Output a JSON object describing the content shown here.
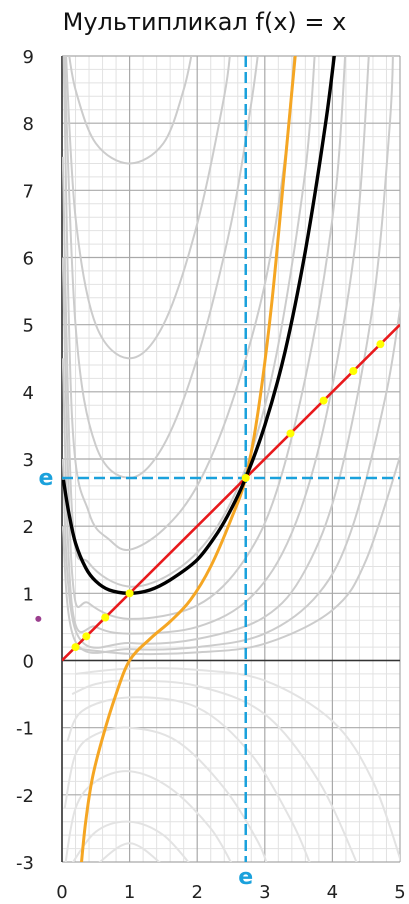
{
  "title": "Мультипликал f(x) = x",
  "chart_data": {
    "type": "line",
    "title": "Мультипликал f(x) = x",
    "xlim": [
      0,
      5
    ],
    "ylim": [
      -3,
      9
    ],
    "x_ticks": [
      "0",
      "1",
      "2",
      "3",
      "4",
      "5"
    ],
    "y_ticks": [
      "9",
      "8",
      "7",
      "6",
      "5",
      "4",
      "3",
      "2",
      "1",
      "0",
      "-1",
      "-2",
      "-3"
    ],
    "grid": true,
    "annotations": [
      {
        "text": "e",
        "axis": "x",
        "value": 2.718
      },
      {
        "text": "e",
        "axis": "y",
        "value": 2.718
      }
    ],
    "series": [
      {
        "key": "identity",
        "color": "#e8191c",
        "points": [
          [
            0,
            0
          ],
          [
            5,
            5
          ]
        ]
      },
      {
        "key": "multiplical",
        "color": "#000000",
        "points": [
          [
            0.02,
            2.69
          ],
          [
            0.1,
            2.2
          ],
          [
            0.2,
            1.75
          ],
          [
            0.35,
            1.38
          ],
          [
            0.5,
            1.18
          ],
          [
            0.7,
            1.05
          ],
          [
            1,
            1
          ],
          [
            1.3,
            1.05
          ],
          [
            1.6,
            1.2
          ],
          [
            2,
            1.5
          ],
          [
            2.3,
            1.9
          ],
          [
            2.5,
            2.25
          ],
          [
            2.718,
            2.718
          ],
          [
            3,
            3.5
          ],
          [
            3.3,
            4.6
          ],
          [
            3.6,
            6.1
          ],
          [
            3.9,
            8.0
          ],
          [
            4.05,
            9.2
          ]
        ]
      },
      {
        "key": "orange",
        "color": "#f5a623",
        "points": [
          [
            0.28,
            -3.1
          ],
          [
            0.35,
            -2.4
          ],
          [
            0.45,
            -1.75
          ],
          [
            0.6,
            -1.15
          ],
          [
            0.8,
            -0.5
          ],
          [
            1,
            0
          ],
          [
            1.3,
            0.32
          ],
          [
            1.6,
            0.58
          ],
          [
            1.9,
            0.9
          ],
          [
            2.2,
            1.4
          ],
          [
            2.5,
            2.1
          ],
          [
            2.718,
            2.718
          ],
          [
            2.9,
            3.7
          ],
          [
            3.1,
            5.3
          ],
          [
            3.3,
            7.4
          ],
          [
            3.45,
            9.0
          ]
        ]
      },
      {
        "key": "family_upper",
        "color": "#cccccc",
        "curves": [
          [
            [
              0.08,
              9.2
            ],
            [
              0.2,
              8.5
            ],
            [
              0.5,
              7.7
            ],
            [
              1,
              7.4
            ],
            [
              1.5,
              7.7
            ],
            [
              1.8,
              8.5
            ],
            [
              1.95,
              9.2
            ]
          ],
          [
            [
              0.05,
              9.2
            ],
            [
              0.2,
              6.6
            ],
            [
              0.5,
              5.0
            ],
            [
              1,
              4.5
            ],
            [
              1.5,
              5.0
            ],
            [
              2,
              6.5
            ],
            [
              2.4,
              8.4
            ],
            [
              2.5,
              9.2
            ]
          ],
          [
            [
              0.03,
              9.2
            ],
            [
              0.2,
              5.0
            ],
            [
              0.5,
              3.2
            ],
            [
              1,
              2.72
            ],
            [
              1.5,
              3.2
            ],
            [
              2,
              4.5
            ],
            [
              2.5,
              6.5
            ],
            [
              2.8,
              8.3
            ],
            [
              2.92,
              9.2
            ]
          ],
          [
            [
              0.02,
              9.2
            ],
            [
              0.15,
              3.6
            ],
            [
              0.4,
              2.2
            ],
            [
              0.7,
              1.8
            ],
            [
              1,
              1.65
            ],
            [
              1.5,
              1.95
            ],
            [
              2,
              2.6
            ],
            [
              2.5,
              3.8
            ],
            [
              3,
              5.6
            ],
            [
              3.3,
              7.5
            ],
            [
              3.45,
              9.2
            ]
          ],
          [
            [
              0.01,
              7.5
            ],
            [
              0.15,
              2.2
            ],
            [
              0.4,
              1.45
            ],
            [
              1,
              1.1
            ],
            [
              1.7,
              1.35
            ],
            [
              2.3,
              2.0
            ],
            [
              2.8,
              3.1
            ],
            [
              3.2,
              4.7
            ],
            [
              3.6,
              7.3
            ],
            [
              3.75,
              9.2
            ]
          ],
          [
            [
              0.01,
              6.0
            ],
            [
              0.15,
              1.3
            ],
            [
              0.4,
              0.85
            ],
            [
              1,
              0.62
            ],
            [
              2,
              0.82
            ],
            [
              2.7,
              1.5
            ],
            [
              3.2,
              2.6
            ],
            [
              3.7,
              4.7
            ],
            [
              4.05,
              7.0
            ],
            [
              4.2,
              9.2
            ]
          ],
          [
            [
              0.01,
              4.5
            ],
            [
              0.15,
              0.8
            ],
            [
              0.5,
              0.5
            ],
            [
              1,
              0.4
            ],
            [
              2,
              0.5
            ],
            [
              2.8,
              0.95
            ],
            [
              3.4,
              1.9
            ],
            [
              3.9,
              3.6
            ],
            [
              4.35,
              6.3
            ],
            [
              4.55,
              9.2
            ]
          ],
          [
            [
              0.01,
              3.0
            ],
            [
              0.2,
              0.45
            ],
            [
              1,
              0.26
            ],
            [
              2,
              0.32
            ],
            [
              3,
              0.65
            ],
            [
              3.6,
              1.35
            ],
            [
              4.1,
              2.7
            ],
            [
              4.6,
              5.3
            ],
            [
              4.85,
              8.0
            ],
            [
              4.9,
              9.2
            ]
          ],
          [
            [
              0.01,
              2.0
            ],
            [
              0.2,
              0.28
            ],
            [
              1,
              0.17
            ],
            [
              2,
              0.2
            ],
            [
              3,
              0.4
            ],
            [
              3.8,
              1.0
            ],
            [
              4.3,
              2.0
            ],
            [
              4.8,
              4.0
            ],
            [
              5.05,
              5.6
            ]
          ],
          [
            [
              0.2,
              0.18
            ],
            [
              1,
              0.1
            ],
            [
              2,
              0.12
            ],
            [
              3,
              0.25
            ],
            [
              4,
              0.75
            ],
            [
              4.5,
              1.5
            ],
            [
              5.05,
              3.2
            ]
          ]
        ]
      },
      {
        "key": "family_lower",
        "color": "#e3e3e3",
        "curves": [
          [
            [
              0.2,
              -0.2
            ],
            [
              1,
              -0.12
            ],
            [
              2,
              -0.14
            ],
            [
              3,
              -0.3
            ],
            [
              4,
              -0.9
            ],
            [
              4.6,
              -1.8
            ],
            [
              5.05,
              -3.1
            ]
          ],
          [
            [
              0.15,
              -0.5
            ],
            [
              0.5,
              -0.35
            ],
            [
              1,
              -0.3
            ],
            [
              2,
              -0.38
            ],
            [
              3,
              -0.8
            ],
            [
              3.8,
              -1.8
            ],
            [
              4.4,
              -3.1
            ]
          ],
          [
            [
              0.08,
              -1.2
            ],
            [
              0.3,
              -0.75
            ],
            [
              1,
              -0.55
            ],
            [
              2,
              -0.7
            ],
            [
              2.8,
              -1.4
            ],
            [
              3.4,
              -2.4
            ],
            [
              3.7,
              -3.1
            ]
          ],
          [
            [
              0.04,
              -2.2
            ],
            [
              0.2,
              -1.4
            ],
            [
              0.5,
              -1.1
            ],
            [
              1,
              -1.0
            ],
            [
              1.7,
              -1.2
            ],
            [
              2.4,
              -1.9
            ],
            [
              2.9,
              -2.7
            ],
            [
              3.05,
              -3.1
            ]
          ],
          [
            [
              0.04,
              -3.1
            ],
            [
              0.2,
              -2.2
            ],
            [
              0.5,
              -1.8
            ],
            [
              1,
              -1.65
            ],
            [
              1.6,
              -1.9
            ],
            [
              2.2,
              -2.5
            ],
            [
              2.55,
              -3.1
            ]
          ],
          [
            [
              0.1,
              -3.1
            ],
            [
              0.5,
              -2.55
            ],
            [
              1,
              -2.4
            ],
            [
              1.5,
              -2.6
            ],
            [
              1.95,
              -3.1
            ]
          ],
          [
            [
              0.45,
              -3.1
            ],
            [
              1,
              -2.72
            ],
            [
              1.55,
              -3.1
            ]
          ]
        ]
      }
    ],
    "marked_points": {
      "color": "#ffff00",
      "points": [
        [
          0.2,
          0.2
        ],
        [
          0.36,
          0.36
        ],
        [
          0.64,
          0.64
        ],
        [
          1,
          1
        ],
        [
          2.718,
          2.718
        ],
        [
          3.38,
          3.38
        ],
        [
          3.87,
          3.87
        ],
        [
          4.31,
          4.31
        ],
        [
          4.71,
          4.71
        ]
      ]
    },
    "stray_point": {
      "color": "#9b3f8e",
      "points": [
        [
          -0.35,
          0.62
        ]
      ]
    },
    "guides": {
      "color": "#1aa1dc",
      "x": 2.718,
      "y": 2.718
    }
  }
}
